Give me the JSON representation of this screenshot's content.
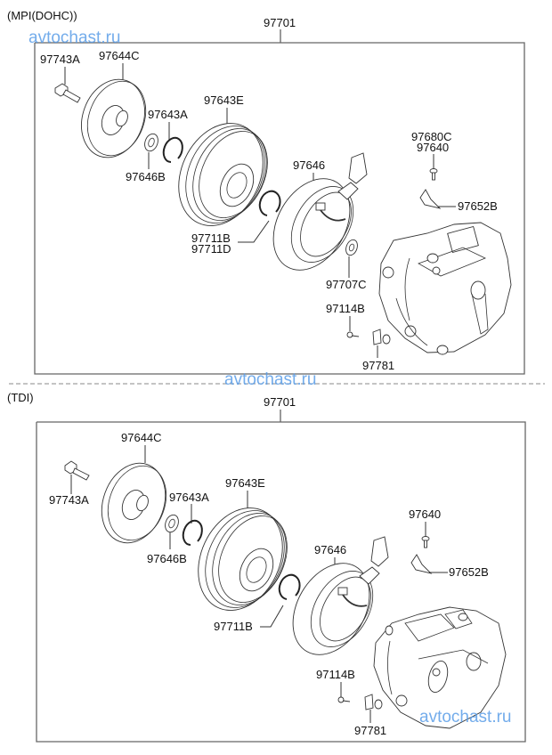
{
  "diagram": {
    "title": "A/C Compressor Parts",
    "sections": [
      {
        "id": "mpi",
        "name": "(MPI(DOHC))",
        "assembly": "97701",
        "parts": {
          "bolt": "97743A",
          "hub": "97644C",
          "shim": "97646B",
          "snap_ring_a": "97643A",
          "pulley": "97643E",
          "snap_ring_b": "97711B",
          "snap_ring_d": "97711D",
          "coil": "97646",
          "seal": "97707C",
          "screw_c": "97680C",
          "screw": "97640",
          "bracket": "97652B",
          "bolt_small": "97114B",
          "clamp": "97781"
        }
      },
      {
        "id": "tdi",
        "name": "(TDI)",
        "assembly": "97701",
        "parts": {
          "bolt": "97743A",
          "hub": "97644C",
          "shim": "97646B",
          "snap_ring_a": "97643A",
          "pulley": "97643E",
          "snap_ring_b": "97711B",
          "coil": "97646",
          "screw": "97640",
          "bracket": "97652B",
          "bolt_small": "97114B",
          "clamp": "97781"
        }
      }
    ],
    "watermark": "avtochast.ru",
    "colors": {
      "watermark": "#5b9ee8",
      "line": "#333333",
      "box": "#666666"
    }
  }
}
